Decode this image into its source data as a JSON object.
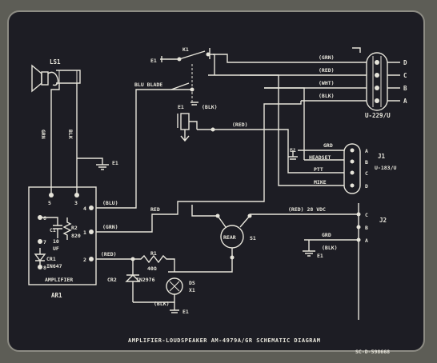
{
  "diagram": {
    "title": "AMPLIFIER-LOUDSPEAKER AM-4979A/GR SCHEMATIC DIAGRAM",
    "drawing_number": "SC-D-598668",
    "colors": {
      "panel": "#1d1d24",
      "line": "#e6e4da",
      "frame": "#5d5d56"
    },
    "components": {
      "ls1": "LS1",
      "k1": "K1",
      "blu_blade": "BLU BLADE",
      "ar1": "AR1",
      "ar1_name": "AMPLIFIER",
      "c1": "C1",
      "c1_value": "10",
      "c1_unit": "UF",
      "r2": "R2",
      "r2_value": "820",
      "cr1": "CR1",
      "cr1_part": "IN647",
      "r1": "R1",
      "r1_value": "40Ω",
      "cr2": "CR2",
      "cr2_part": "IN2976",
      "ds1": "DS",
      "ds1_suffix": "X1",
      "s1": "S1",
      "s1_label": "REAR",
      "j1": "J1",
      "j1_part": "U-183/U",
      "j2": "J2",
      "u229": "U-229/U"
    },
    "wires": {
      "grn": "(GRN)",
      "red": "(RED)",
      "wht": "(WHT)",
      "blk": "(BLK)",
      "blu": "(BLU)",
      "red_plain": "RED",
      "grn_vert": "GRN",
      "blk_vert": "BLK",
      "red_28vdc": "(RED) 28 VDC",
      "grd": "GRD",
      "headset": "HEADSET",
      "ptt": "PTT",
      "mike": "MIKE"
    },
    "grounds": {
      "e1": "E1"
    },
    "pins": {
      "u229": [
        "D",
        "C",
        "B",
        "A"
      ],
      "j1": [
        "A",
        "B",
        "C",
        "D"
      ],
      "j2": [
        "C",
        "B",
        "A"
      ],
      "ar1_top": [
        "5",
        "3"
      ],
      "ar1_right": [
        "4",
        "1",
        "2"
      ],
      "ar1_left": [
        "6",
        "7",
        "8"
      ]
    }
  }
}
